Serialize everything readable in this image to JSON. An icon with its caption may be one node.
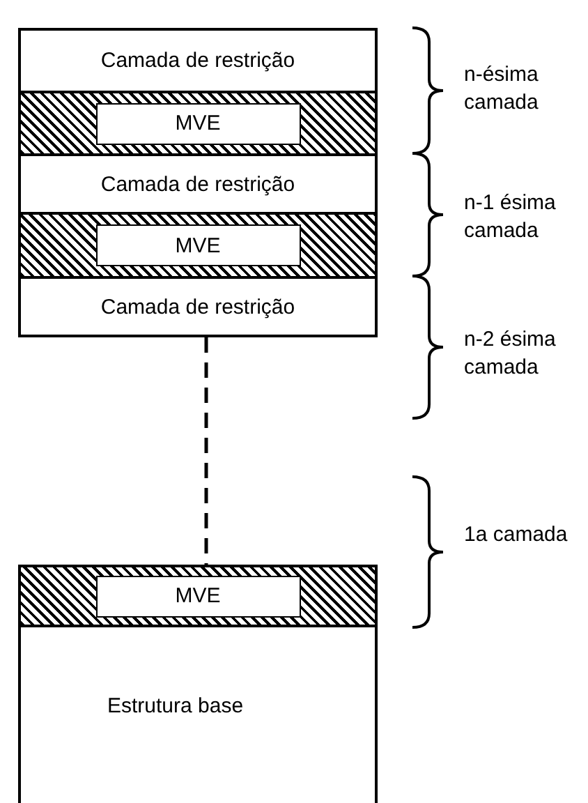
{
  "diagram": {
    "nodes": [
      {
        "text": [
          "Camada de restrição"
        ]
      },
      {
        "text": [
          "MVE"
        ]
      },
      {
        "text": [
          "Camada de restrição"
        ]
      },
      {
        "text": [
          "MVE"
        ]
      },
      {
        "text": [
          "Camada de restrição"
        ]
      },
      {
        "text": [
          "MVE"
        ]
      },
      {
        "text": [
          "Estrutura base"
        ]
      }
    ],
    "edges": [
      {
        "from": 4,
        "to": 5,
        "arrow": "none",
        "style": "dashed"
      }
    ],
    "labels": [
      "n-ésima camada",
      "n-1 ésima camada",
      "n-2 ésima camada",
      "1a camada"
    ]
  }
}
